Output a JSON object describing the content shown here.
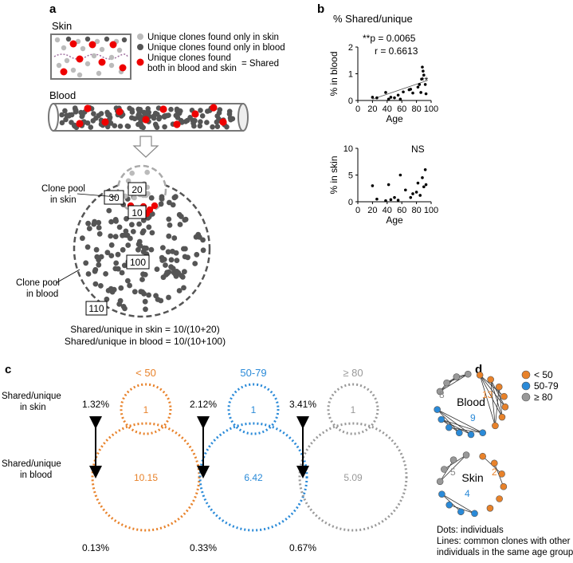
{
  "panels": {
    "a": {
      "letter": "a",
      "skin_title": "Skin",
      "legend": {
        "light": "Unique clones found only in skin",
        "dark": "Unique clones found only in blood",
        "red_line1": "Unique clones found",
        "red_line2": "both in blood and skin",
        "shared_label": "= Shared"
      },
      "blood_title": "Blood",
      "skin_pool_line1": "Clone pool",
      "skin_pool_line2": "in skin",
      "blood_pool_line1": "Clone pool",
      "blood_pool_line2": "in blood",
      "counts": {
        "skin_unique": "30",
        "skin_inner": "20",
        "shared": "10",
        "blood_inner": "100",
        "blood_unique": "110"
      },
      "formula_skin": "Shared/unique in skin = 10/(10+20)",
      "formula_blood": "Shared/unique in blood = 10/(10+100)"
    },
    "b": {
      "letter": "b",
      "title": "% Shared/unique",
      "blood_stats_p": "**p = 0.0065",
      "blood_stats_r": "r = 0.6613",
      "blood_sig": "**",
      "skin_sig": "NS"
    },
    "c": {
      "letter": "c",
      "row_skin_line1": "Shared/unique",
      "row_skin_line2": "in skin",
      "row_blood_line1": "Shared/unique",
      "row_blood_line2": "in blood",
      "groups": [
        {
          "label": "< 50",
          "color": "#e8822a",
          "skin_pct": "1.32%",
          "blood_pct": "0.13%",
          "small": "1",
          "big": "10.15"
        },
        {
          "label": "50-79",
          "color": "#2a8ad8",
          "skin_pct": "2.12%",
          "blood_pct": "0.33%",
          "small": "1",
          "big": "6.42"
        },
        {
          "label": "≥ 80",
          "color": "#999999",
          "skin_pct": "3.41%",
          "blood_pct": "0.67%",
          "small": "1",
          "big": "5.09"
        }
      ]
    },
    "d": {
      "letter": "d",
      "legend": [
        {
          "label": "< 50",
          "color": "#e8822a"
        },
        {
          "label": "50-79",
          "color": "#2a8ad8"
        },
        {
          "label": "≥ 80",
          "color": "#999999"
        }
      ],
      "blood_label": "Blood",
      "blood_counts": {
        "gray": "8",
        "orange": "13",
        "blue": "9"
      },
      "skin_label": "Skin",
      "skin_counts": {
        "gray": "5",
        "orange": "2",
        "blue": "4"
      },
      "note1": "Dots: individuals",
      "note2": "Lines: common clones with other",
      "note3": "individuals in the same age group"
    }
  },
  "chart_data": [
    {
      "type": "scatter",
      "title": "% Shared/unique",
      "xlabel": "Age",
      "ylabel": "% in blood",
      "xlim": [
        0,
        100
      ],
      "ylim": [
        0,
        2
      ],
      "xticks": [
        0,
        20,
        40,
        60,
        80,
        100
      ],
      "yticks": [
        0,
        1,
        2
      ],
      "points": [
        [
          20,
          0.12
        ],
        [
          26,
          0.1
        ],
        [
          38,
          0.3
        ],
        [
          42,
          0.05
        ],
        [
          45,
          0.12
        ],
        [
          50,
          0.1
        ],
        [
          55,
          0.2
        ],
        [
          58,
          0.05
        ],
        [
          62,
          0.32
        ],
        [
          70,
          0.4
        ],
        [
          72,
          0.42
        ],
        [
          75,
          0.28
        ],
        [
          82,
          0.5
        ],
        [
          84,
          0.6
        ],
        [
          86,
          0.3
        ],
        [
          87,
          0.8
        ],
        [
          88,
          1.25
        ],
        [
          89,
          1.1
        ],
        [
          90,
          0.95
        ],
        [
          92,
          0.6
        ],
        [
          93,
          0.25
        ]
      ],
      "trendline": [
        [
          20,
          0.05
        ],
        [
          95,
          0.75
        ]
      ]
    },
    {
      "type": "scatter",
      "xlabel": "Age",
      "ylabel": "% in skin",
      "xlim": [
        0,
        100
      ],
      "ylim": [
        0,
        10
      ],
      "xticks": [
        0,
        20,
        40,
        60,
        80,
        100
      ],
      "yticks": [
        0,
        5,
        10
      ],
      "points": [
        [
          20,
          3.0
        ],
        [
          26,
          0.5
        ],
        [
          38,
          0.2
        ],
        [
          42,
          3.2
        ],
        [
          45,
          0.4
        ],
        [
          50,
          0.8
        ],
        [
          55,
          0.3
        ],
        [
          58,
          5.0
        ],
        [
          65,
          2.2
        ],
        [
          72,
          0.8
        ],
        [
          75,
          1.5
        ],
        [
          80,
          1.8
        ],
        [
          82,
          3.5
        ],
        [
          85,
          1.2
        ],
        [
          88,
          4.5
        ],
        [
          90,
          2.8
        ],
        [
          92,
          6.0
        ],
        [
          93,
          3.2
        ]
      ]
    }
  ]
}
